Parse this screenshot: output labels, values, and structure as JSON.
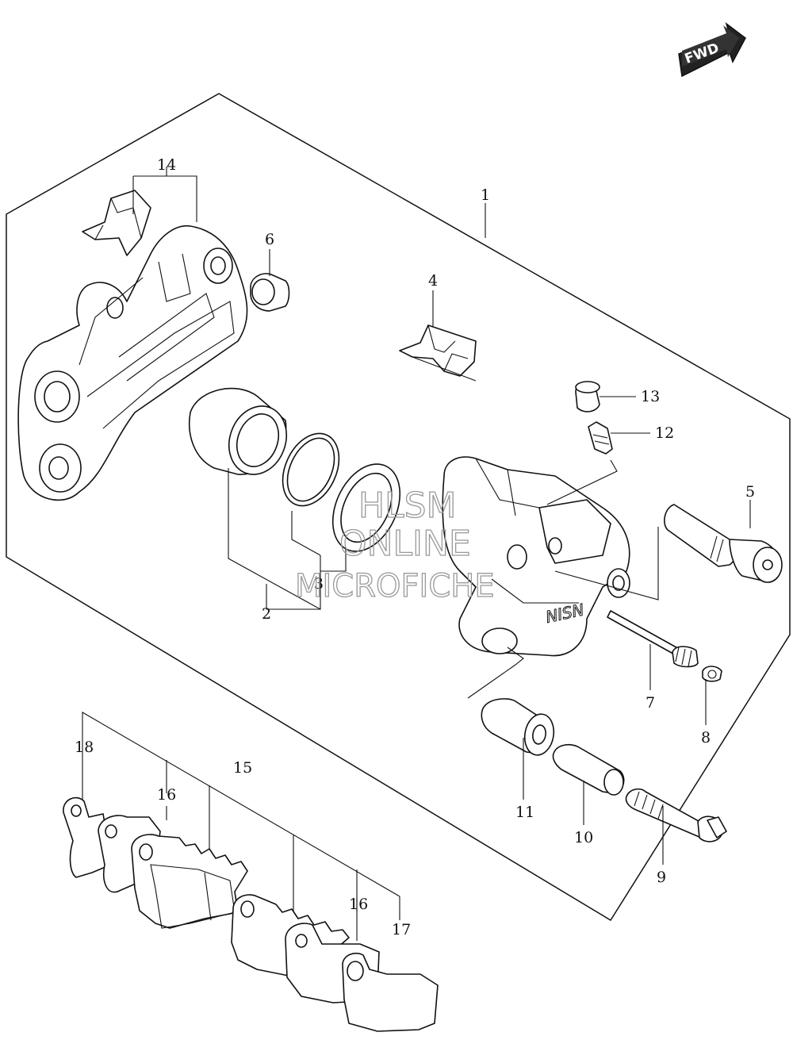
{
  "direction_badge": "FWD",
  "callouts": {
    "p1": "1",
    "p2": "2",
    "p3": "3",
    "p4": "4",
    "p5": "5",
    "p6": "6",
    "p7": "7",
    "p8": "8",
    "p9": "9",
    "p10": "10",
    "p11": "11",
    "p12": "12",
    "p13": "13",
    "p14": "14",
    "p15": "15",
    "p16a": "16",
    "p16b": "16",
    "p17": "17",
    "p18": "18"
  },
  "watermark": {
    "line1": "HLSM",
    "line2": "ONLINE",
    "line3": "MICROFICHE"
  },
  "caliper_logo": "NISN"
}
